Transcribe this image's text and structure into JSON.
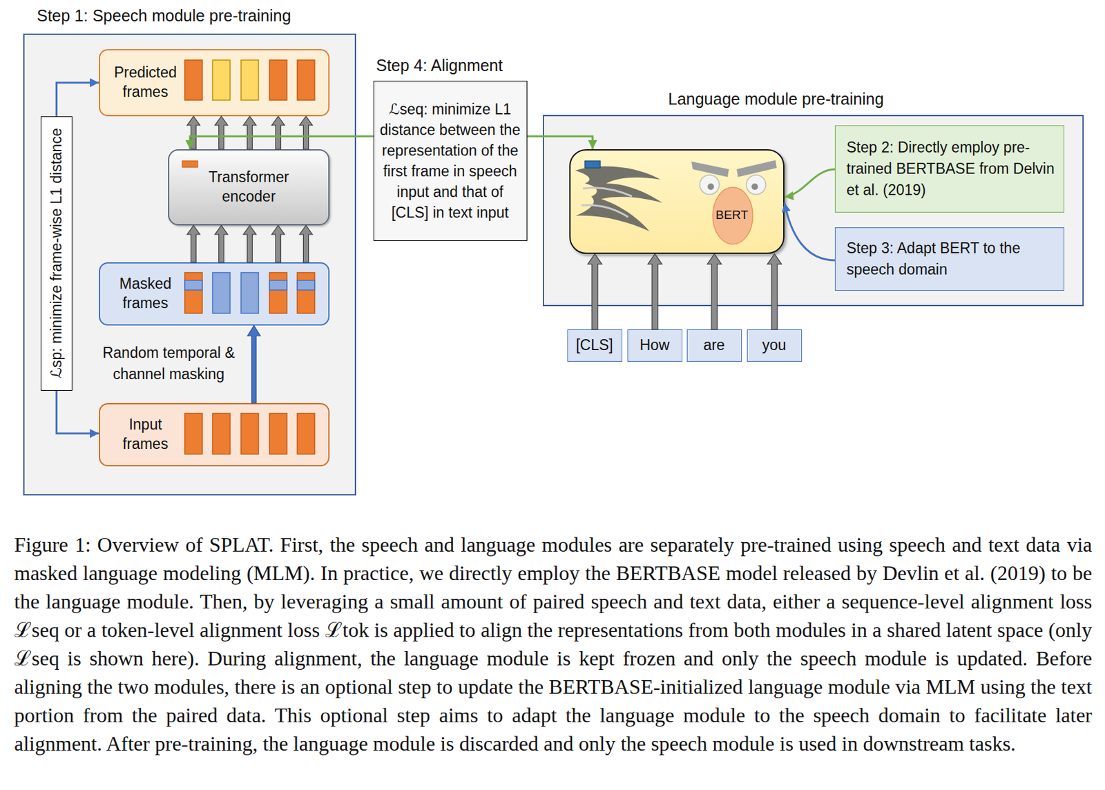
{
  "diagram": {
    "caption": "Figure 1: Overview of SPLAT. First, the speech and language modules are separately pre-trained using speech and text data via masked language modeling (MLM). In practice, we directly employ the BERTBASE model released by Devlin et al. (2019) to be the language module. Then, by leveraging a small amount of paired speech and text data, either a sequence-level alignment loss ℒseq or a token-level alignment loss ℒtok is applied to align the representations from both modules in a shared latent space (only ℒseq is shown here). During alignment, the language module is kept frozen and only the speech module is updated. Before aligning the two modules, there is an optional step to update the BERTBASE-initialized language module via MLM using the text portion from the paired data. This optional step aims to adapt the language module to the speech domain to facilitate later alignment. After pre-training, the language module is discarded and only the speech module is used in downstream tasks.",
    "nodes": [
      {
        "text": [
          "Step 1: Speech module pre-training"
        ]
      },
      {
        "text": [
          "Predicted frames"
        ],
        "in": 0
      },
      {
        "text": [
          "Transformer encoder"
        ],
        "in": 0
      },
      {
        "text": [
          "Masked frames"
        ],
        "in": 0
      },
      {
        "text": [
          "Input frames"
        ],
        "in": 0
      },
      {
        "text": [
          "ℒsp: minimize frame-wise L1 distance"
        ],
        "in": 0
      },
      {
        "text": [
          "Step 4: Alignment",
          "ℒseq: minimize L1 distance between the representation of the first frame in speech input and that of [CLS] in text input"
        ]
      },
      {
        "text": [
          "Language module pre-training"
        ]
      },
      {
        "text": [
          "BERT"
        ],
        "in": 7
      },
      {
        "text": [
          "Step 2: Directly employ pre-trained BERTBASE from Delvin et al. (2019)"
        ],
        "in": 7
      },
      {
        "text": [
          "Step 3: Adapt BERT to the speech domain"
        ],
        "in": 7
      },
      {
        "text": [
          "[CLS]"
        ]
      },
      {
        "text": [
          "How"
        ]
      },
      {
        "text": [
          "are"
        ]
      },
      {
        "text": [
          "you"
        ]
      }
    ],
    "edges": [
      {
        "from": 5,
        "to": 1,
        "arrow": "to"
      },
      {
        "from": 5,
        "to": 4,
        "arrow": "to"
      },
      {
        "from": 4,
        "to": 3,
        "arrow": "to",
        "label": "Random temporal & channel masking"
      },
      {
        "from": 3,
        "to": 2,
        "arrow": "to"
      },
      {
        "from": 2,
        "to": 1,
        "arrow": "to"
      },
      {
        "from": 6,
        "to": 2,
        "arrow": "to"
      },
      {
        "from": 6,
        "to": 8,
        "arrow": "to"
      },
      {
        "from": 9,
        "to": 8,
        "arrow": "to"
      },
      {
        "from": 10,
        "to": 8,
        "arrow": "to"
      },
      {
        "from": 11,
        "to": 8,
        "arrow": "to"
      },
      {
        "from": 12,
        "to": 8,
        "arrow": "to"
      },
      {
        "from": 13,
        "to": 8,
        "arrow": "to"
      },
      {
        "from": 14,
        "to": 8,
        "arrow": "to"
      }
    ]
  }
}
